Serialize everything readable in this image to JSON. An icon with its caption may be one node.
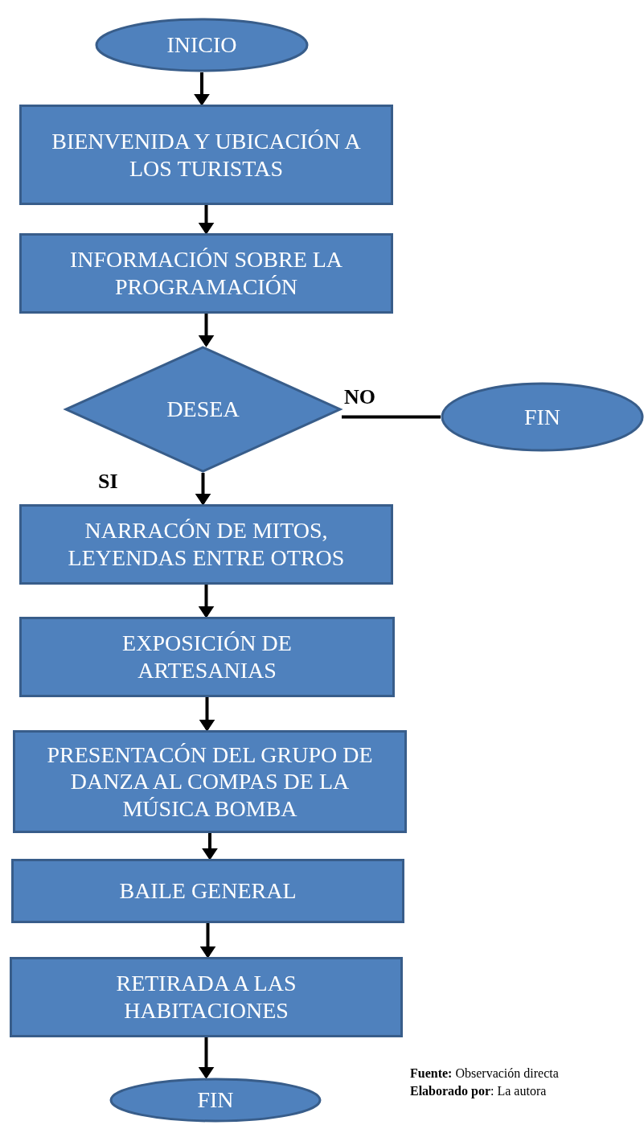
{
  "diagram": {
    "nodes": [
      {
        "text": [
          "INICIO"
        ]
      },
      {
        "text": [
          "BIENVENIDA Y UBICACIÓN A LOS TURISTAS"
        ]
      },
      {
        "text": [
          "INFORMACIÓN SOBRE LA PROGRAMACIÓN"
        ]
      },
      {
        "text": [
          "DESEA"
        ]
      },
      {
        "text": [
          "FIN"
        ]
      },
      {
        "text": [
          "NARRACÓN DE MITOS, LEYENDAS ENTRE OTROS"
        ]
      },
      {
        "text": [
          "EXPOSICIÓN DE ARTESANIAS"
        ]
      },
      {
        "text": [
          "PRESENTACÓN DEL GRUPO DE DANZA AL COMPAS DE LA MÚSICA BOMBA"
        ]
      },
      {
        "text": [
          "BAILE GENERAL"
        ]
      },
      {
        "text": [
          "RETIRADA A LAS HABITACIONES"
        ]
      },
      {
        "text": [
          "FIN"
        ]
      }
    ],
    "edges": [
      {
        "from": 0,
        "to": 1,
        "arrow": "to"
      },
      {
        "from": 1,
        "to": 2,
        "arrow": "to"
      },
      {
        "from": 2,
        "to": 3,
        "arrow": "to"
      },
      {
        "from": 3,
        "to": 4,
        "arrow": "none",
        "label": "NO"
      },
      {
        "from": 3,
        "to": 5,
        "arrow": "to",
        "label": "SI"
      },
      {
        "from": 5,
        "to": 6,
        "arrow": "to"
      },
      {
        "from": 6,
        "to": 7,
        "arrow": "to"
      },
      {
        "from": 7,
        "to": 8,
        "arrow": "to"
      },
      {
        "from": 8,
        "to": 9,
        "arrow": "to"
      },
      {
        "from": 9,
        "to": 10,
        "arrow": "to"
      }
    ],
    "labels": [
      "**Fuente:** Observación directa",
      "**Elaborado por**: La autora"
    ]
  }
}
